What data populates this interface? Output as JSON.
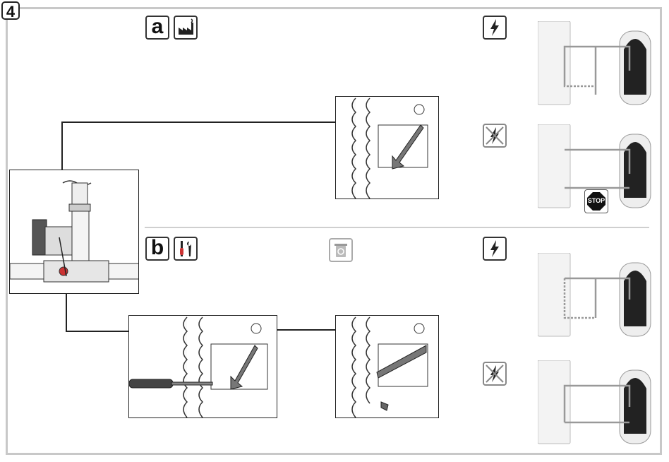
{
  "step_number": "4",
  "section_a": {
    "letter": "a"
  },
  "section_b": {
    "letter": "b"
  },
  "stop_label": "STOP",
  "icons": {
    "factory": "factory-icon",
    "power_on": "power-on-icon",
    "power_off": "power-off-icon",
    "tools": "screwdriver-wrench-icon",
    "recycle": "recycle-bin-icon"
  },
  "colors": {
    "border": "#c8c8c8",
    "line": "#222222",
    "pipe": "#9a9a9a",
    "stop_red": "#111111"
  }
}
